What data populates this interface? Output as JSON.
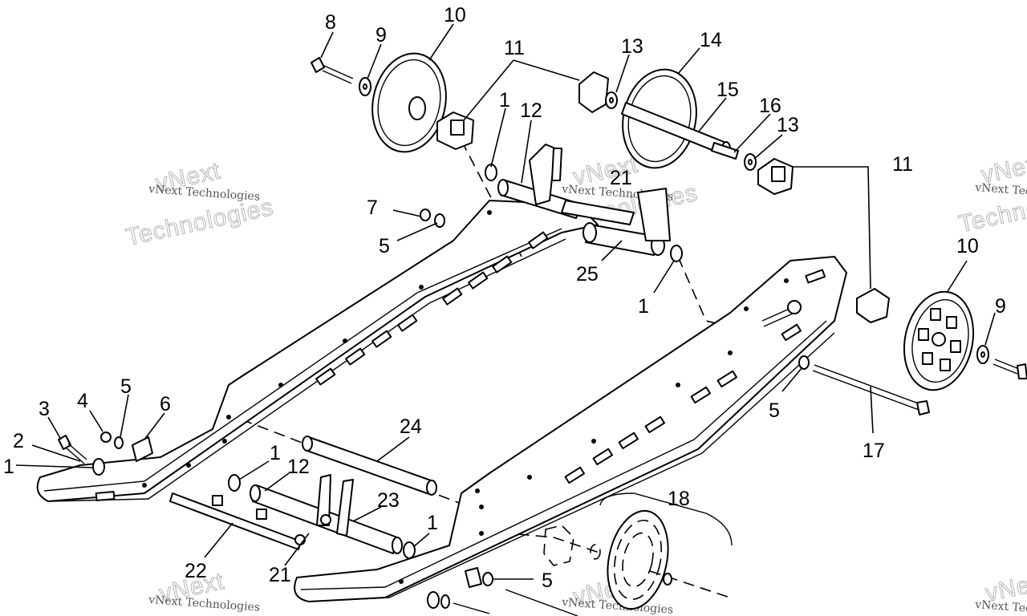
{
  "callouts": [
    {
      "id": "c8",
      "text": "8"
    },
    {
      "id": "c9a",
      "text": "9"
    },
    {
      "id": "c10a",
      "text": "10"
    },
    {
      "id": "c11a",
      "text": "11"
    },
    {
      "id": "c13a",
      "text": "13"
    },
    {
      "id": "c14",
      "text": "14"
    },
    {
      "id": "c15",
      "text": "15"
    },
    {
      "id": "c16",
      "text": "16"
    },
    {
      "id": "c13b",
      "text": "13"
    },
    {
      "id": "c11b",
      "text": "11"
    },
    {
      "id": "c10b",
      "text": "10"
    },
    {
      "id": "c9b",
      "text": "9"
    },
    {
      "id": "c1a",
      "text": "1"
    },
    {
      "id": "c12a",
      "text": "12"
    },
    {
      "id": "c21a",
      "text": "21"
    },
    {
      "id": "c7",
      "text": "7"
    },
    {
      "id": "c5a",
      "text": "5"
    },
    {
      "id": "c25",
      "text": "25"
    },
    {
      "id": "c1b",
      "text": "1"
    },
    {
      "id": "c5b",
      "text": "5"
    },
    {
      "id": "c17",
      "text": "17"
    },
    {
      "id": "c3",
      "text": "3"
    },
    {
      "id": "c4",
      "text": "4"
    },
    {
      "id": "c5c",
      "text": "5"
    },
    {
      "id": "c6",
      "text": "6"
    },
    {
      "id": "c2",
      "text": "2"
    },
    {
      "id": "c1c",
      "text": "1"
    },
    {
      "id": "c24",
      "text": "24"
    },
    {
      "id": "c1d",
      "text": "1"
    },
    {
      "id": "c12b",
      "text": "12"
    },
    {
      "id": "c23",
      "text": "23"
    },
    {
      "id": "c1e",
      "text": "1"
    },
    {
      "id": "c18",
      "text": "18"
    },
    {
      "id": "c22",
      "text": "22"
    },
    {
      "id": "c21b",
      "text": "21"
    },
    {
      "id": "c5d",
      "text": "5"
    }
  ],
  "watermark": {
    "line1": "vNext Technologies",
    "line2": "vNext",
    "line3": "Technologies"
  }
}
